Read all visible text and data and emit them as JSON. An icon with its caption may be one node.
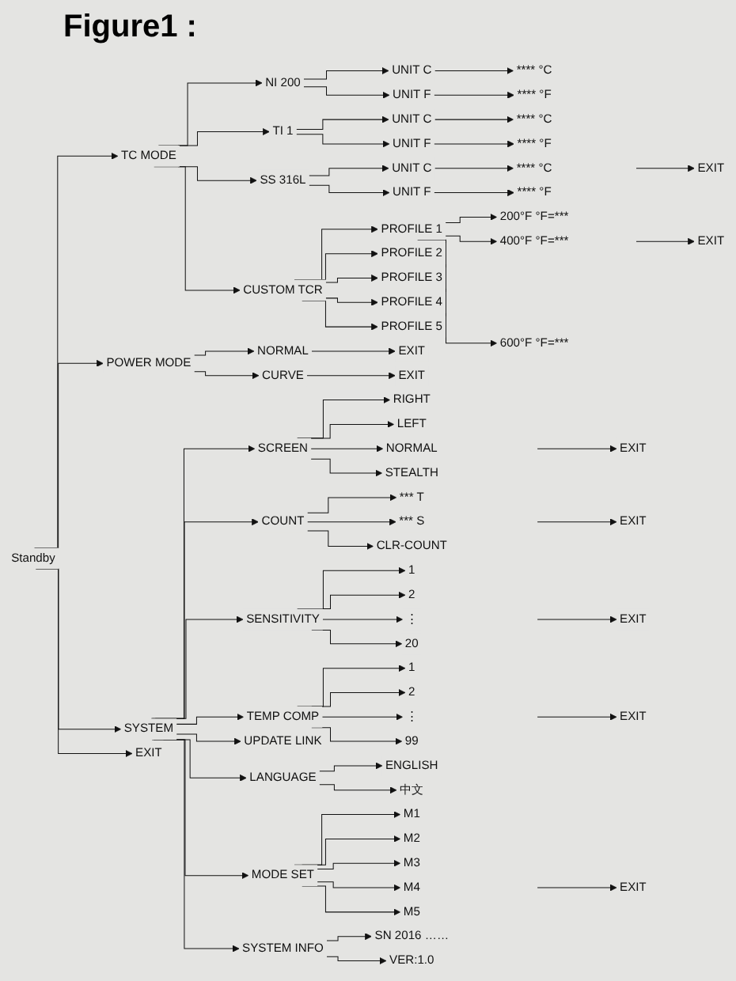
{
  "diagram": {
    "title": "Figure1 :",
    "nodes": [
      {
        "text": [
          "Standby"
        ]
      },
      {
        "text": [
          "TC MODE"
        ]
      },
      {
        "text": [
          "POWER MODE"
        ]
      },
      {
        "text": [
          "SYSTEM"
        ]
      },
      {
        "text": [
          "EXIT"
        ]
      },
      {
        "text": [
          "NI 200"
        ]
      },
      {
        "text": [
          "TI 1"
        ]
      },
      {
        "text": [
          "SS 316L"
        ]
      },
      {
        "text": [
          "CUSTOM TCR"
        ]
      },
      {
        "text": [
          "UNIT C"
        ]
      },
      {
        "text": [
          "UNIT F"
        ]
      },
      {
        "text": [
          "**** °C"
        ]
      },
      {
        "text": [
          "**** °F"
        ]
      },
      {
        "text": [
          "UNIT C"
        ]
      },
      {
        "text": [
          "UNIT F"
        ]
      },
      {
        "text": [
          "**** °C"
        ]
      },
      {
        "text": [
          "**** °F"
        ]
      },
      {
        "text": [
          "UNIT C"
        ]
      },
      {
        "text": [
          "UNIT F"
        ]
      },
      {
        "text": [
          "**** °C"
        ]
      },
      {
        "text": [
          "**** °F"
        ]
      },
      {
        "text": [
          "EXIT"
        ]
      },
      {
        "text": [
          "PROFILE 1"
        ]
      },
      {
        "text": [
          "PROFILE 2"
        ]
      },
      {
        "text": [
          "PROFILE 3"
        ]
      },
      {
        "text": [
          "PROFILE 4"
        ]
      },
      {
        "text": [
          "PROFILE 5"
        ]
      },
      {
        "text": [
          "200°F °F=***"
        ]
      },
      {
        "text": [
          "400°F °F=***"
        ]
      },
      {
        "text": [
          "600°F °F=***"
        ]
      },
      {
        "text": [
          "EXIT"
        ]
      },
      {
        "text": [
          "NORMAL"
        ]
      },
      {
        "text": [
          "EXIT"
        ]
      },
      {
        "text": [
          "CURVE"
        ]
      },
      {
        "text": [
          "EXIT"
        ]
      },
      {
        "text": [
          "SCREEN"
        ]
      },
      {
        "text": [
          "RIGHT"
        ]
      },
      {
        "text": [
          "LEFT"
        ]
      },
      {
        "text": [
          "NORMAL"
        ]
      },
      {
        "text": [
          "STEALTH"
        ]
      },
      {
        "text": [
          "EXIT"
        ]
      },
      {
        "text": [
          "COUNT"
        ]
      },
      {
        "text": [
          "*** T"
        ]
      },
      {
        "text": [
          "*** S"
        ]
      },
      {
        "text": [
          "CLR-COUNT"
        ]
      },
      {
        "text": [
          "EXIT"
        ]
      },
      {
        "text": [
          "SENSITIVITY"
        ]
      },
      {
        "text": [
          "1"
        ]
      },
      {
        "text": [
          "2"
        ]
      },
      {
        "text": [
          "⋮"
        ]
      },
      {
        "text": [
          "20"
        ]
      },
      {
        "text": [
          "EXIT"
        ]
      },
      {
        "text": [
          "TEMP COMP"
        ]
      },
      {
        "text": [
          "1"
        ]
      },
      {
        "text": [
          "2"
        ]
      },
      {
        "text": [
          "⋮"
        ]
      },
      {
        "text": [
          "99"
        ]
      },
      {
        "text": [
          "EXIT"
        ]
      },
      {
        "text": [
          "UPDATE LINK"
        ]
      },
      {
        "text": [
          "LANGUAGE"
        ]
      },
      {
        "text": [
          "ENGLISH"
        ]
      },
      {
        "text": [
          "中文"
        ]
      },
      {
        "text": [
          "MODE SET"
        ]
      },
      {
        "text": [
          "M1"
        ]
      },
      {
        "text": [
          "M2"
        ]
      },
      {
        "text": [
          "M3"
        ]
      },
      {
        "text": [
          "M4"
        ]
      },
      {
        "text": [
          "M5"
        ]
      },
      {
        "text": [
          "EXIT"
        ]
      },
      {
        "text": [
          "SYSTEM INFO"
        ]
      },
      {
        "text": [
          "SN 2016 ……"
        ]
      },
      {
        "text": [
          "VER:1.0"
        ]
      }
    ],
    "edges": [
      {
        "from": 0,
        "to": 1,
        "arrow": "to"
      },
      {
        "from": 0,
        "to": 2,
        "arrow": "to"
      },
      {
        "from": 0,
        "to": 3,
        "arrow": "to"
      },
      {
        "from": 0,
        "to": 4,
        "arrow": "to"
      },
      {
        "from": 1,
        "to": 5,
        "arrow": "to"
      },
      {
        "from": 1,
        "to": 6,
        "arrow": "to"
      },
      {
        "from": 1,
        "to": 7,
        "arrow": "to"
      },
      {
        "from": 1,
        "to": 8,
        "arrow": "to"
      },
      {
        "from": 5,
        "to": 9,
        "arrow": "to"
      },
      {
        "from": 5,
        "to": 10,
        "arrow": "to"
      },
      {
        "from": 9,
        "to": 11,
        "arrow": "to"
      },
      {
        "from": 10,
        "to": 12,
        "arrow": "to"
      },
      {
        "from": 6,
        "to": 13,
        "arrow": "to"
      },
      {
        "from": 6,
        "to": 14,
        "arrow": "to"
      },
      {
        "from": 13,
        "to": 15,
        "arrow": "to"
      },
      {
        "from": 14,
        "to": 16,
        "arrow": "to"
      },
      {
        "from": 7,
        "to": 17,
        "arrow": "to"
      },
      {
        "from": 7,
        "to": 18,
        "arrow": "to"
      },
      {
        "from": 17,
        "to": 19,
        "arrow": "to"
      },
      {
        "from": 18,
        "to": 20,
        "arrow": "to"
      },
      {
        "from": null,
        "to": 21,
        "arrow": "to"
      },
      {
        "from": 8,
        "to": 22,
        "arrow": "to"
      },
      {
        "from": 8,
        "to": 23,
        "arrow": "to"
      },
      {
        "from": 8,
        "to": 24,
        "arrow": "to"
      },
      {
        "from": 8,
        "to": 25,
        "arrow": "to"
      },
      {
        "from": 8,
        "to": 26,
        "arrow": "to"
      },
      {
        "from": 22,
        "to": 27,
        "arrow": "to"
      },
      {
        "from": 22,
        "to": 28,
        "arrow": "to"
      },
      {
        "from": 22,
        "to": 29,
        "arrow": "to"
      },
      {
        "from": null,
        "to": 30,
        "arrow": "to"
      },
      {
        "from": 2,
        "to": 31,
        "arrow": "to"
      },
      {
        "from": 31,
        "to": 32,
        "arrow": "to"
      },
      {
        "from": 2,
        "to": 33,
        "arrow": "to"
      },
      {
        "from": 33,
        "to": 34,
        "arrow": "to"
      },
      {
        "from": 3,
        "to": 35,
        "arrow": "to"
      },
      {
        "from": 35,
        "to": 36,
        "arrow": "to"
      },
      {
        "from": 35,
        "to": 37,
        "arrow": "to"
      },
      {
        "from": 35,
        "to": 38,
        "arrow": "to"
      },
      {
        "from": 35,
        "to": 39,
        "arrow": "to"
      },
      {
        "from": null,
        "to": 40,
        "arrow": "to"
      },
      {
        "from": 3,
        "to": 41,
        "arrow": "to"
      },
      {
        "from": 41,
        "to": 42,
        "arrow": "to"
      },
      {
        "from": 41,
        "to": 43,
        "arrow": "to"
      },
      {
        "from": 41,
        "to": 44,
        "arrow": "to"
      },
      {
        "from": null,
        "to": 45,
        "arrow": "to"
      },
      {
        "from": 3,
        "to": 46,
        "arrow": "to"
      },
      {
        "from": 46,
        "to": 47,
        "arrow": "to"
      },
      {
        "from": 46,
        "to": 48,
        "arrow": "to"
      },
      {
        "from": 46,
        "to": 49,
        "arrow": "to"
      },
      {
        "from": 46,
        "to": 50,
        "arrow": "to"
      },
      {
        "from": null,
        "to": 51,
        "arrow": "to"
      },
      {
        "from": 3,
        "to": 52,
        "arrow": "to"
      },
      {
        "from": 52,
        "to": 53,
        "arrow": "to"
      },
      {
        "from": 52,
        "to": 54,
        "arrow": "to"
      },
      {
        "from": 52,
        "to": 55,
        "arrow": "to"
      },
      {
        "from": 52,
        "to": 56,
        "arrow": "to"
      },
      {
        "from": null,
        "to": 57,
        "arrow": "to"
      },
      {
        "from": 3,
        "to": 58,
        "arrow": "to"
      },
      {
        "from": 3,
        "to": 59,
        "arrow": "to"
      },
      {
        "from": 59,
        "to": 60,
        "arrow": "to"
      },
      {
        "from": 59,
        "to": 61,
        "arrow": "to"
      },
      {
        "from": 3,
        "to": 62,
        "arrow": "to"
      },
      {
        "from": 62,
        "to": 63,
        "arrow": "to"
      },
      {
        "from": 62,
        "to": 64,
        "arrow": "to"
      },
      {
        "from": 62,
        "to": 65,
        "arrow": "to"
      },
      {
        "from": 62,
        "to": 66,
        "arrow": "to"
      },
      {
        "from": 62,
        "to": 67,
        "arrow": "to"
      },
      {
        "from": null,
        "to": 68,
        "arrow": "to"
      },
      {
        "from": 3,
        "to": 69,
        "arrow": "to"
      },
      {
        "from": 69,
        "to": 70,
        "arrow": "to"
      },
      {
        "from": 69,
        "to": 71,
        "arrow": "to"
      }
    ]
  }
}
